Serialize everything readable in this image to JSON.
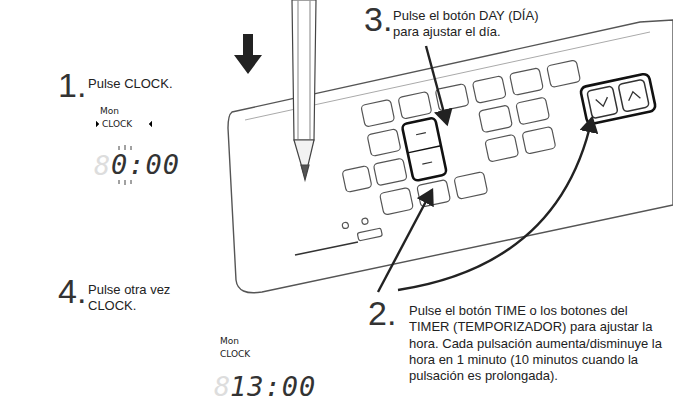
{
  "diagram": {
    "labels": [
      "3.",
      "Pulse el botón DAY (DÍA) para ajustar el día.",
      "1.",
      "Pulse CLOCK.",
      "Mon",
      "CLOCK",
      "0:00",
      "2.",
      "Pulse el botón TIME o los botones del TIMER (TEMPORIZADOR) para ajustar la hora. Cada pulsación aumenta/disminuye la hora en 1 minuto (10 minutos cuando la pulsación es prolongada).",
      "4.",
      "Pulse otra vez CLOCK.",
      "Mon",
      "CLOCK",
      "13:00"
    ]
  }
}
